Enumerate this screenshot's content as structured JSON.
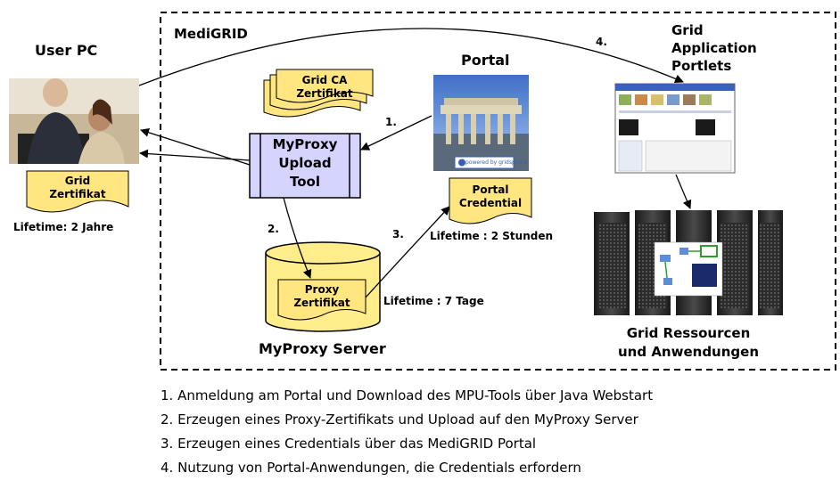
{
  "labels": {
    "medigrid": "MediGRID",
    "user_pc": "User PC",
    "portal": "Portal",
    "grid_app_line1": "Grid",
    "grid_app_line2": "Application",
    "grid_app_line3": "Portlets",
    "grid_ca_line1": "Grid CA",
    "grid_ca_line2": "Zertifikat",
    "myproxy_line1": "MyProxy",
    "myproxy_line2": "Upload",
    "myproxy_line3": "Tool",
    "grid_zert_line1": "Grid",
    "grid_zert_line2": "Zertifikat",
    "lifetime_user": "Lifetime: 2 Jahre",
    "portal_cred_line1": "Portal",
    "portal_cred_line2": "Credential",
    "lifetime_portal": "Lifetime : 2 Stunden",
    "proxy_line1": "Proxy",
    "proxy_line2": "Zertifikat",
    "lifetime_proxy": "Lifetime : 7 Tage",
    "myproxy_server": "MyProxy Server",
    "grid_res_line1": "Grid Ressourcen",
    "grid_res_line2": "und Anwendungen",
    "step1": "1.",
    "step2": "2.",
    "step3": "3.",
    "step4": "4.",
    "portal_badge": "powered by gridsphere"
  },
  "legend": [
    "1. Anmeldung am Portal und Download des MPU-Tools über Java Webstart",
    "2. Erzeugen eines Proxy-Zertifikats und Upload auf den MyProxy Server",
    "3. Erzeugen eines Credentials über das MediGRID Portal",
    "4. Nutzung von Portal-Anwendungen, die Credentials erfordern"
  ],
  "colors": {
    "doc_yellow": "#ffe680",
    "cylinder_yellow": "#ffec8b",
    "tool_purple": "#d4d4ff",
    "border": "#000000"
  },
  "icons": {
    "user_pc_photo": "people-at-computer-photo",
    "portal_photo": "brandenburg-gate-photo",
    "portlets_screenshot": "browser-window-screenshot",
    "servers": "server-rack-icon"
  }
}
